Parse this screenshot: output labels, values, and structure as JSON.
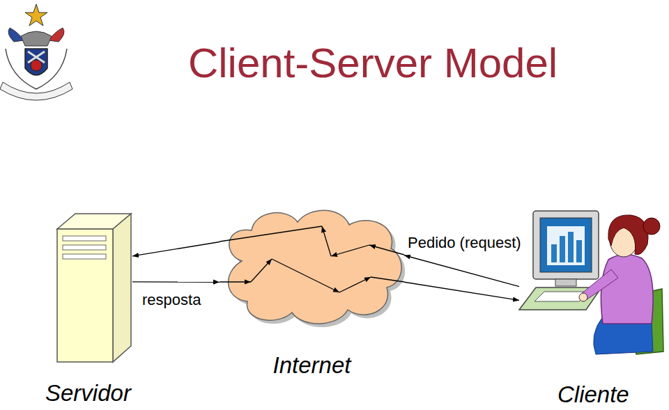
{
  "diagram": {
    "title": "Client-Server Model",
    "nodes": [
      {
        "text": [
          "Servidor"
        ]
      },
      {
        "text": [
          "Internet"
        ]
      },
      {
        "text": [
          "Cliente"
        ]
      }
    ],
    "edges": [
      {
        "from": 2,
        "to": 1,
        "label": "Pedido (request)",
        "arrow": "to"
      },
      {
        "from": 1,
        "to": 0,
        "arrow": "to"
      },
      {
        "from": 0,
        "to": 1,
        "label": "resposta",
        "arrow": "to"
      },
      {
        "from": 1,
        "to": 2,
        "arrow": "to"
      }
    ]
  }
}
